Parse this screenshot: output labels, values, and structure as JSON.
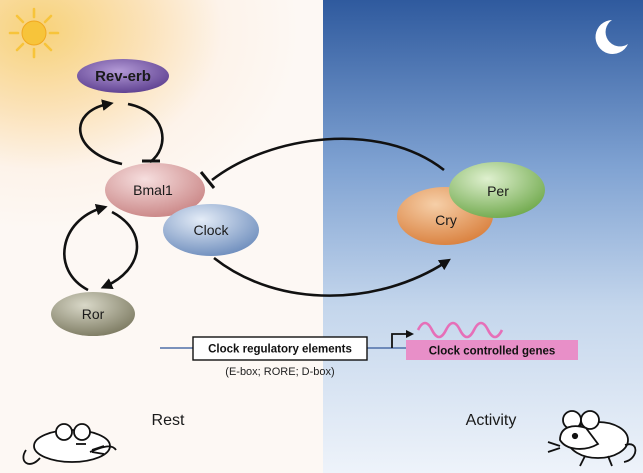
{
  "nodes": {
    "rev_erb": "Rev-erb",
    "bmal1": "Bmal1",
    "clock": "Clock",
    "ror": "Ror",
    "per": "Per",
    "cry": "Cry"
  },
  "promoter": {
    "box_label": "Clock regulatory elements",
    "elements": "(E-box; RORE; D-box)",
    "genes_label": "Clock controlled genes"
  },
  "phases": {
    "rest": "Rest",
    "activity": "Activity"
  },
  "icons": {
    "sun": "sun-icon",
    "moon": "moon-icon",
    "sleeping_mouse": "sleeping-mouse-icon",
    "awake_mouse": "awake-mouse-icon"
  },
  "colors": {
    "rev_erb": "#7a5ea8",
    "bmal1": "#d99a9a",
    "clock": "#7f9cc6",
    "ror": "#8e8c74",
    "per": "#8fbf6e",
    "cry": "#e69a5e",
    "genes_box": "#e88fc8",
    "wave": "#e66fb8"
  }
}
